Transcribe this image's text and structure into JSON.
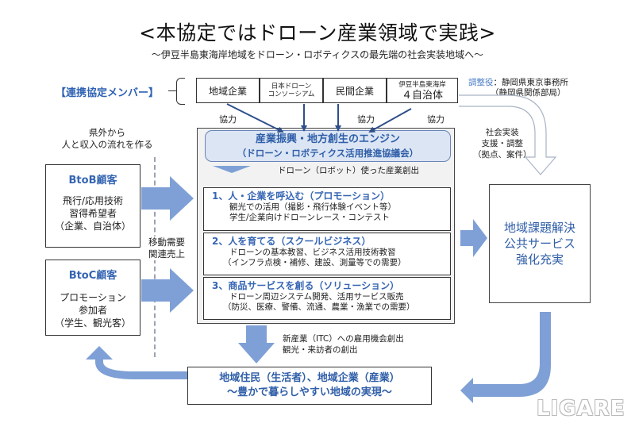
{
  "header": {
    "title": "<本協定ではドローン産業領域で実践>",
    "subtitle": "～伊豆半島東海岸地域をドローン・ロボティクスの最先端の社会実装地域へ～"
  },
  "members": {
    "label": "【連携協定メンバー】",
    "items": [
      {
        "text": "地域企業"
      },
      {
        "line1": "日本ドローン",
        "line2": "コンソーシアム"
      },
      {
        "text": "民間企業"
      },
      {
        "line1": "伊豆半島東海岸",
        "line2": "４自治体"
      }
    ],
    "cooperation_label": "協力"
  },
  "coordinator": {
    "role": "調整役",
    "separator": "：",
    "name": "静岡県東京事務所",
    "sub": "（静岡県関係部局）"
  },
  "engine": {
    "line1": "産業振興・地方創生のエンジン",
    "line2": "（ドローン・ロボティクス活用推進協議会）",
    "note": "ドローン（ロボット）使った産業創出"
  },
  "strategies": [
    {
      "heading": "1、人・企業を呼込む（プロモーション）",
      "lines": [
        "観光での活用（撮影・飛行体験イベント等）",
        "学生/企業向けドローンレース・コンテスト"
      ]
    },
    {
      "heading": "2、人を育てる（スクールビジネス）",
      "lines": [
        "ドローンの基本教習、ビジネス活用技術教習",
        "（インフラ点検・補修、建設、測量等での需要）"
      ]
    },
    {
      "heading": "3、商品サービスを創る（ソリューション）",
      "lines": [
        "ドローン周辺システム開発、活用サービス販売",
        "（防災、医療、警備、流通、農業・漁業での需要）"
      ]
    }
  ],
  "left": {
    "flow_note": [
      "県外から",
      "人と収入の流れを作る"
    ],
    "btob": {
      "heading": "BtoB顧客",
      "lines": [
        "飛行/応用技術",
        "習得希望者",
        "（企業、自治体）"
      ]
    },
    "demand_note": [
      "移動需要",
      "関連売上"
    ],
    "btoc": {
      "heading": "BtoC顧客",
      "lines": [
        "プロモーション",
        "参加者",
        "（学生、観光客）"
      ]
    }
  },
  "right": {
    "support_note": [
      "社会実装",
      "支援・調整",
      "（拠点、案件）"
    ],
    "result_lines": [
      "地域課題解決",
      "公共サービス",
      "強化充実"
    ]
  },
  "bottom": {
    "note": [
      "新産業（ITC）への雇用機会創出",
      "観光・来訪者の創出"
    ],
    "line1": "地域住民（生活者）、地域企業（産業）",
    "line2": "～豊かで暮らしやすい地域の実現～"
  },
  "watermark": "LIGARE",
  "colors": {
    "accent_blue": "#2f5ea8",
    "arrow_blue": "#7ea0d6",
    "engine_fill": "#dbe5f4",
    "frame_fill": "#f2f2f2",
    "connector": "#2f4f8a"
  }
}
